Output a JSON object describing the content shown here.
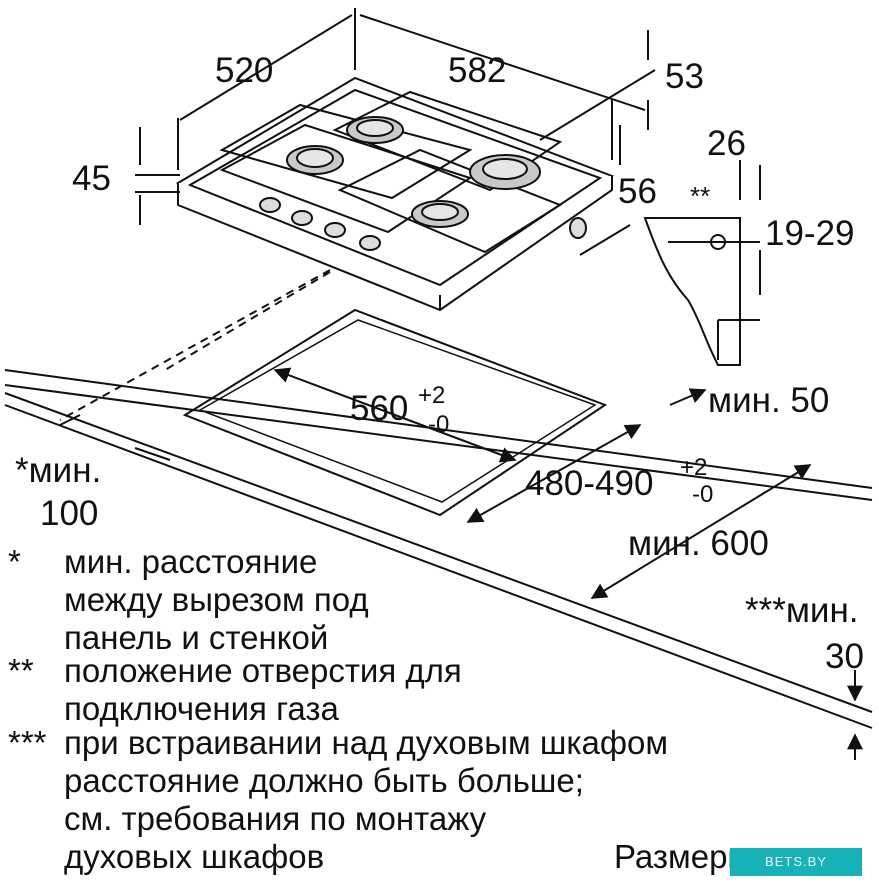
{
  "dimensions": {
    "width_520": "520",
    "depth_582": "582",
    "d53": "53",
    "h45": "45",
    "d56": "56",
    "d26": "26",
    "pos_star2": "**",
    "range_19_29": "19-29",
    "cutout_560": "560",
    "cutout_560_tol_plus": "+2",
    "cutout_560_tol_minus": "-0",
    "cutout_480_490": "480-490",
    "cutout_480_tol_plus": "+2",
    "cutout_480_tol_minus": "-0",
    "min50": "мин. 50",
    "min600": "мин. 600",
    "min100_star": "*мин.",
    "min100_val": "100",
    "min30_star": "***мин.",
    "min30_val": "30"
  },
  "notes": [
    {
      "mark": "*",
      "lines": [
        "мин. расстояние",
        "между вырезом под",
        "панель и стенкой"
      ]
    },
    {
      "mark": "**",
      "lines": [
        "положение отверстия для",
        "подключения газа"
      ]
    },
    {
      "mark": "***",
      "lines": [
        "при встраивании над духовым шкафом",
        "расстояние должно быть больше;",
        "см. требования по монтажу",
        "духовых шкафов"
      ]
    }
  ],
  "footer": "Размеры в мм",
  "watermark": "BETS.BY"
}
